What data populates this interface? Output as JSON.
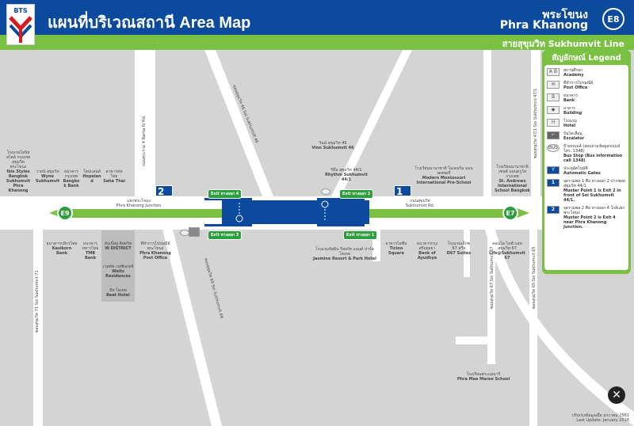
{
  "header": {
    "logo": "BTS",
    "title": "แผนที่บริเวณสถานี  Area Map",
    "station_th": "พระโขนง",
    "station_en": "Phra Khanong",
    "station_code": "E8",
    "line": "สายสุขุมวิท  Sukhumvit Line"
  },
  "colors": {
    "header_blue": "#0b4a9c",
    "line_green": "#7ac143",
    "station_blue": "#0b4a9c",
    "exit_green": "#2e9e3c"
  },
  "map": {
    "ends": {
      "west": "E9",
      "east": "E7"
    },
    "roads": {
      "junction": "แยกพระโขนง\nPhra Khanong Junction",
      "sukhumvit": "ถนนสุขุมวิท\nSukhumvit Rd.",
      "rama4": "ถนนพระราม 4 Rama IV Rd.",
      "soi46": "ซอยสุขุมวิท 46 Soi Sukhumvit 46",
      "soi69": "ซอยสุขุมวิท 69 Soi Sukhumvit 69",
      "soi71": "ซอยสุขุมวิท 71 Soi Sukhumvit 71",
      "soi47_1": "ซอยสุขุมวิท 47/1 Soi Sukhumvit 47/1",
      "soi67": "ซอยสุขุมวิท 67 Soi Sukhumvit 67",
      "soi65": "ซอยสุขุมวิท 65 Soi Sukhumvit 65"
    },
    "exits": [
      {
        "label": "Exit ทางออก 4"
      },
      {
        "label": "Exit ทางออก 3"
      },
      {
        "label": "Exit ทางออก 2"
      },
      {
        "label": "Exit ทางออก 1"
      }
    ],
    "muster_points": [
      "1",
      "2"
    ],
    "places": [
      {
        "th": "โรงแรมไอบิส สไตล์ กรุงเทพ สุขุมวิท พระโขนง",
        "en": "Ibis Styles Bangkok Sukhumvit Phra Khanong",
        "icon": "H"
      },
      {
        "th": "วายน์ สุขุมวิท",
        "en": "Wyne Sukhumvit",
        "icon": ""
      },
      {
        "th": "ธนาคารกรุงเทพ",
        "en": "Bangkok Bank",
        "icon": "B"
      },
      {
        "th": "โฮปแลนด์",
        "en": "Hopeland",
        "icon": "H"
      },
      {
        "th": "อาคารสหไทย",
        "en": "Saha Thai",
        "icon": ""
      },
      {
        "th": "ธนาคารกสิกรไทย",
        "en": "Kasikorn Bank",
        "icon": "B"
      },
      {
        "th": "ธนาคารทหารไทย",
        "en": "TMB Bank",
        "icon": "B"
      },
      {
        "th": "ดับเบิ้ลยู ดิสทริค",
        "en": "W DISTRICT",
        "icon": ""
      },
      {
        "th": "เวลท์ซ เรสซิเดนซ์",
        "en": "Waltz Residences",
        "icon": ""
      },
      {
        "th": "บีท โฮเทล",
        "en": "Beat Hotel",
        "icon": "H"
      },
      {
        "th": "ที่ทำการไปรษณีย์พระโขนง",
        "en": "Phra Khanong Post Office",
        "icon": "✉"
      },
      {
        "th": "วินน์ สุขุมวิท 46",
        "en": "Vinn Sukhumvit 46",
        "icon": ""
      },
      {
        "th": "ริธึ่ม สุขุมวิท 44/1",
        "en": "Rhythm Sukhumvit 44/1",
        "icon": ""
      },
      {
        "th": "โรงเรียนนานาชาติ โมเดอร์น มอนเตสซอรี่",
        "en": "Modern Montessori International Pre-School",
        "icon": "A B"
      },
      {
        "th": "โรงเรียนนานาชาติ เซนต์ แอนดรูว์ส กรุงเทพ",
        "en": "St. Andrews International School Bangkok",
        "icon": "A B"
      },
      {
        "th": "โรงแรมจัสมิน รีสอร์ท แอนด์ ปาร์ค โฮเทล",
        "en": "Jasmine Resort & Park Hotel",
        "icon": "H"
      },
      {
        "th": "อาคารไอซีน",
        "en": "Ticino Square",
        "icon": ""
      },
      {
        "th": "ธนาคารกรุงศรีอยุธยา",
        "en": "Bank of Ayudhya",
        "icon": "B"
      },
      {
        "th": "โรงแรมเด็กซ 67 สวีท",
        "en": "D67 Suites",
        "icon": "H"
      },
      {
        "th": "คอนโด ไลฟ์ แอท สุขุมวิท 67",
        "en": "Life@Sukhumvit 67",
        "icon": ""
      },
      {
        "th": "โรงเรียนพระแม่มารี",
        "en": "Phra Mae Maree School",
        "icon": "A B"
      }
    ]
  },
  "legend": {
    "title": "สัญลักษณ์  Legend",
    "items": [
      {
        "icon": "A B",
        "th": "สถานศึกษา",
        "en": "Academy"
      },
      {
        "icon": "✉",
        "th": "ที่ทำการไปรษณีย์",
        "en": "Post Office"
      },
      {
        "icon": "B",
        "th": "ธนาคาร",
        "en": "Bank"
      },
      {
        "icon": "◆",
        "th": "อาคาร",
        "en": "Building"
      },
      {
        "icon": "H",
        "th": "โรงแรม",
        "en": "Hotel"
      },
      {
        "icon": "⌐",
        "th": "บันไดเลื่อน",
        "en": "Escalator"
      },
      {
        "icon": "BUS",
        "th": "ป้ายรถเมล์ (สอบถามข้อมูลรถเมล์ โทร. 1348)",
        "en": "Bus Stop (Bus information call 1348)"
      },
      {
        "icon": "Y",
        "th": "ประตูอัตโนมัติ",
        "en": "Automatic Gates"
      },
      {
        "icon": "1",
        "th": "จุดรวมพล 1 คือ ทางออก 2 ปากซอยสุขุมวิท 44/1",
        "en": "Muster Point 1 is Exit 2 in front of Soi Sukhumvit 44/1."
      },
      {
        "icon": "2",
        "th": "จุดรวมพล 2 คือ ทางออก 4 ใกล้แยกพระโขนง",
        "en": "Muster Point 2 is Exit 4 near Phra Khanong Junction."
      }
    ]
  },
  "footer": {
    "update_th": "ปรับปรุงข้อมูลเมื่อ มกราคม 2561",
    "update_en": "Last Update: January 2018"
  }
}
